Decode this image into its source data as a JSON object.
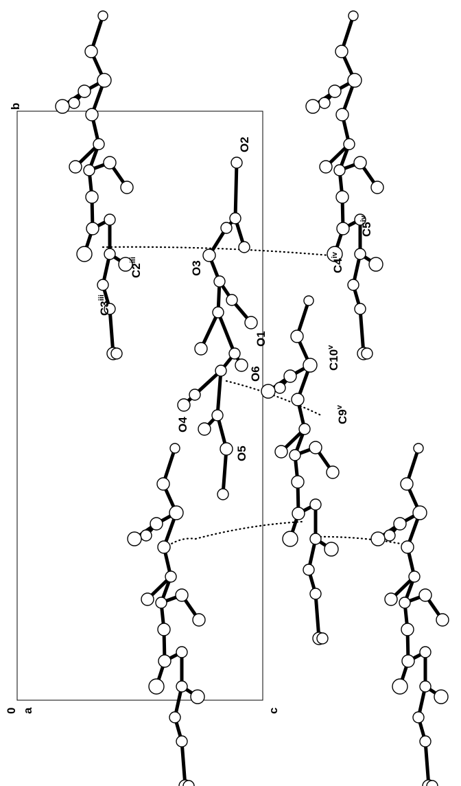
{
  "axes": {
    "origin": "0",
    "a": "a",
    "b": "b",
    "c": "c"
  },
  "atom_labels": [
    {
      "base": "C3",
      "sup": "iii"
    },
    {
      "base": "C2",
      "sup": "iii"
    },
    {
      "base": "O3",
      "sup": ""
    },
    {
      "base": "O2",
      "sup": ""
    },
    {
      "base": "O1",
      "sup": ""
    },
    {
      "base": "O6",
      "sup": ""
    },
    {
      "base": "O4",
      "sup": ""
    },
    {
      "base": "O5",
      "sup": ""
    },
    {
      "base": "C10",
      "sup": "v"
    },
    {
      "base": "C9",
      "sup": "v"
    },
    {
      "base": "C4",
      "sup": "iv"
    },
    {
      "base": "C5",
      "sup": "iv"
    }
  ]
}
